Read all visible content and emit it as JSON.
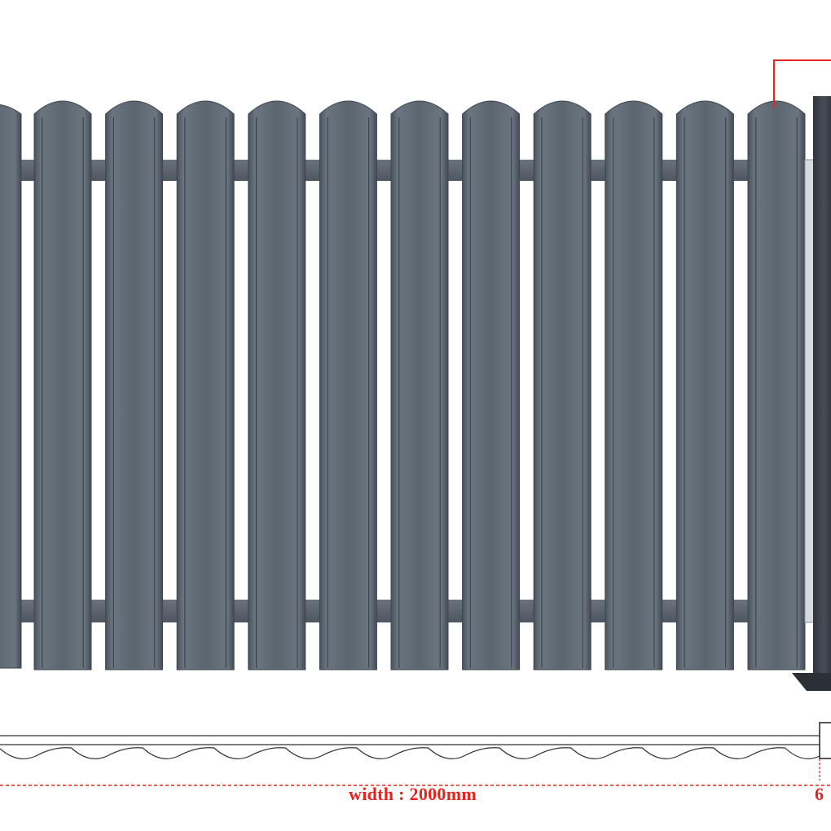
{
  "diagram": {
    "picket_count": 12,
    "colors": {
      "picket": "#5b6570",
      "picket_edge": "#3f4750",
      "picket_highlight": "#76808b",
      "rail": "#59626c",
      "post": "#3a4048",
      "dimension": "#e8231c",
      "outline": "#333333"
    }
  },
  "dimension": {
    "width_label": "width : 2000mm",
    "height_label_partial": "6"
  }
}
